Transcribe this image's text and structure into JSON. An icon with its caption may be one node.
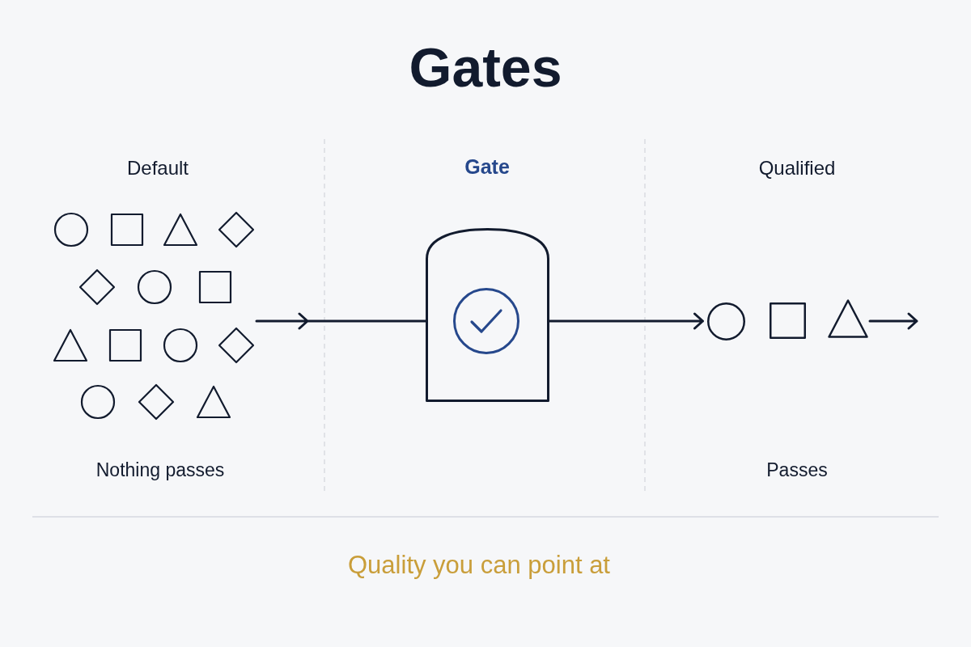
{
  "diagram": {
    "title": "Gates",
    "caption": "Quality you can point at",
    "nodes": [
      {
        "text": [],
        "shape": "picture"
      },
      {
        "text": [],
        "shape": "box"
      },
      {
        "text": [],
        "shape": "circle"
      },
      {
        "text": [],
        "shape": "box"
      },
      {
        "text": [],
        "shape": "triangle"
      }
    ],
    "edges": [
      {
        "from": 0,
        "to": 1,
        "arrow": "to"
      },
      {
        "from": 1,
        "to": 2,
        "arrow": "to"
      },
      {
        "from": 4,
        "to": null,
        "arrow": "to"
      }
    ],
    "labels": [
      "Default",
      "Gate",
      "Qualified",
      "Nothing passes",
      "Passes"
    ]
  }
}
